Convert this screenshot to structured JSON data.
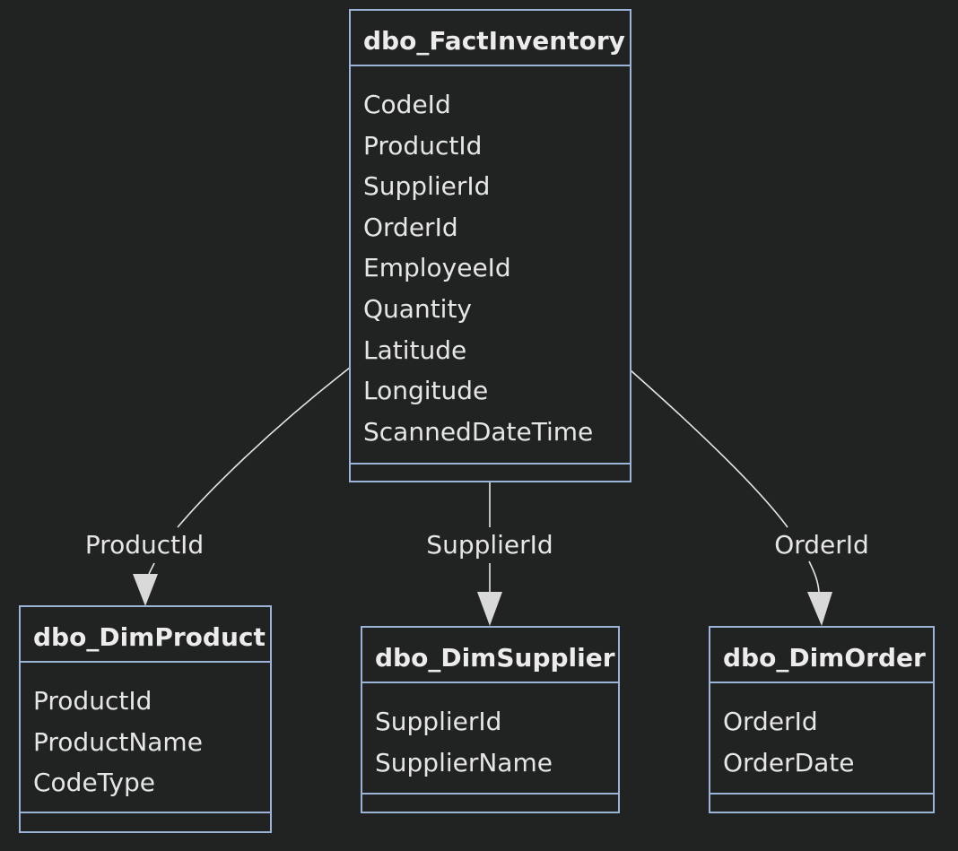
{
  "colors": {
    "background": "#212222",
    "entity_border": "#9bb3d6",
    "edge_line": "#e6e6e6",
    "text": "#e6e6e6"
  },
  "entities": {
    "fact_inventory": {
      "name": "dbo_FactInventory",
      "attributes": [
        "CodeId",
        "ProductId",
        "SupplierId",
        "OrderId",
        "EmployeeId",
        "Quantity",
        "Latitude",
        "Longitude",
        "ScannedDateTime"
      ]
    },
    "dim_product": {
      "name": "dbo_DimProduct",
      "attributes": [
        "ProductId",
        "ProductName",
        "CodeType"
      ]
    },
    "dim_supplier": {
      "name": "dbo_DimSupplier",
      "attributes": [
        "SupplierId",
        "SupplierName"
      ]
    },
    "dim_order": {
      "name": "dbo_DimOrder",
      "attributes": [
        "OrderId",
        "OrderDate"
      ]
    }
  },
  "relationships": [
    {
      "from": "dbo_FactInventory",
      "to": "dbo_DimProduct",
      "label": "ProductId"
    },
    {
      "from": "dbo_FactInventory",
      "to": "dbo_DimSupplier",
      "label": "SupplierId"
    },
    {
      "from": "dbo_FactInventory",
      "to": "dbo_DimOrder",
      "label": "OrderId"
    }
  ]
}
